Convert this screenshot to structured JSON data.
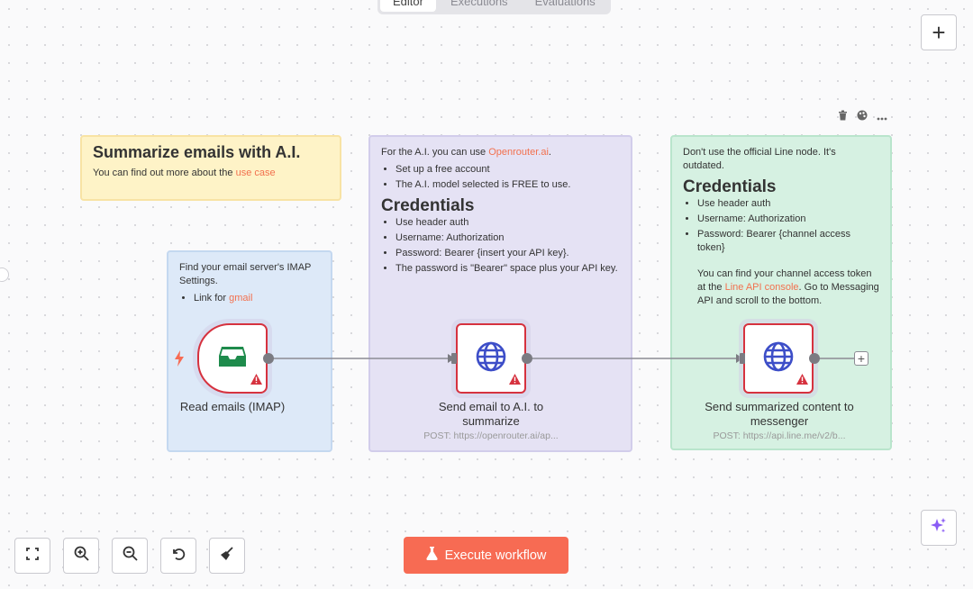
{
  "tabs": [
    {
      "label": "Editor",
      "active": true
    },
    {
      "label": "Executions",
      "active": false
    },
    {
      "label": "Evaluations",
      "active": false
    }
  ],
  "canvas": {
    "add_button_label": "+",
    "sticky_toolbar_icons": [
      "trash-icon",
      "palette-icon",
      "more-icon"
    ]
  },
  "notes": {
    "yellow": {
      "title": "Summarize emails with A.I.",
      "text_prefix": "You can find out more about the ",
      "link": "use case"
    },
    "blue": {
      "text": "Find your email server's IMAP Settings.",
      "item_prefix": "Link for ",
      "item_link": "gmail"
    },
    "purple": {
      "intro_prefix": "For the A.I. you can use ",
      "intro_link": "Openrouter.ai",
      "intro_suffix": ".",
      "list1": [
        "Set up a free account",
        "The A.I. model selected is FREE to use."
      ],
      "heading": "Credentials",
      "list2": [
        "Use header auth",
        "Username: Authorization",
        "Password: Bearer {insert your API key}.",
        "The password is \"Bearer\" space plus your API key."
      ]
    },
    "green": {
      "intro": "Don't use the official Line node. It's outdated.",
      "heading": "Credentials",
      "list": [
        "Use header auth",
        "Username: Authorization",
        "Password: Bearer {channel access token}"
      ],
      "extra_prefix": "You can find your channel access token at the ",
      "extra_link": "Line API console",
      "extra_suffix": ". Go to Messaging API and scroll to the bottom."
    }
  },
  "nodes": [
    {
      "name": "Read emails (IMAP)",
      "subtitle": "",
      "icon": "inbox-icon",
      "status": "warning"
    },
    {
      "name": "Send email to A.I. to summarize",
      "subtitle": "POST: https://openrouter.ai/ap...",
      "icon": "globe-icon",
      "status": "warning"
    },
    {
      "name": "Send summarized content to messenger",
      "subtitle": "POST: https://api.line.me/v2/b...",
      "icon": "globe-icon",
      "status": "warning"
    }
  ],
  "toolbar": {
    "buttons": [
      "fit-view",
      "zoom-in",
      "zoom-out",
      "undo",
      "tidy-up"
    ],
    "execute_label": "Execute workflow"
  },
  "colors": {
    "accent": "#f76b53",
    "warning": "#d6323f",
    "trigger": "#f76b53",
    "inbox": "#1e8b4c",
    "globe": "#3d4ec8"
  }
}
